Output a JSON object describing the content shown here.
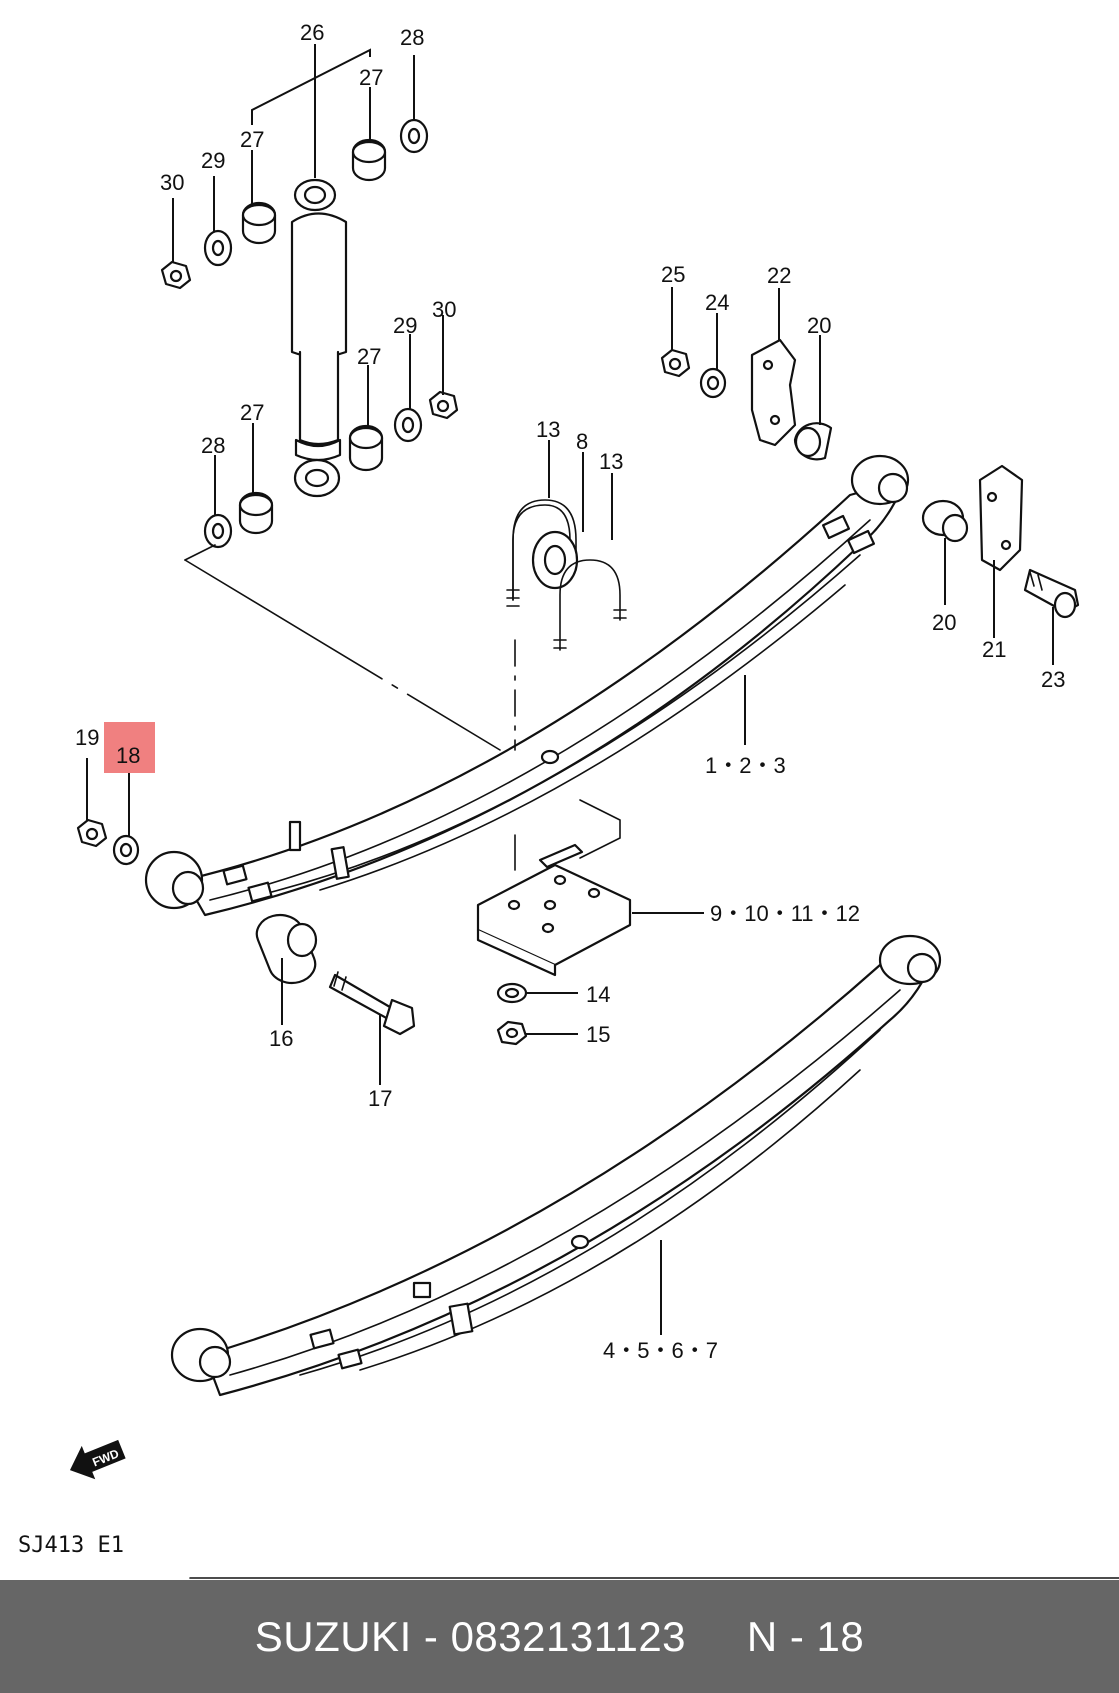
{
  "diagram": {
    "model_code": "SJ413 E1",
    "fwd_arrow_label": "FWD",
    "highlight_color": "#f08080",
    "labels": {
      "c26": "26",
      "c28a": "28",
      "c27a": "27",
      "c27b": "27",
      "c29a": "29",
      "c30a": "30",
      "c25": "25",
      "c24": "24",
      "c22": "22",
      "c20a": "20",
      "c29b": "29",
      "c30b": "30",
      "c27c": "27",
      "c27d": "27",
      "c28b": "28",
      "c13a": "13",
      "c8": "8",
      "c13b": "13",
      "c20b": "20",
      "c21": "21",
      "c23": "23",
      "c19": "19",
      "c18": "18",
      "c123": "1・2・3",
      "c9": "9・10・11・12",
      "c14": "14",
      "c15": "15",
      "c16": "16",
      "c17": "17",
      "c4567": "4・5・6・7"
    }
  },
  "footer": {
    "brand": "SUZUKI",
    "separator": " - ",
    "part_number": "0832131123",
    "gap": "     ",
    "position_label": "N - 18"
  }
}
